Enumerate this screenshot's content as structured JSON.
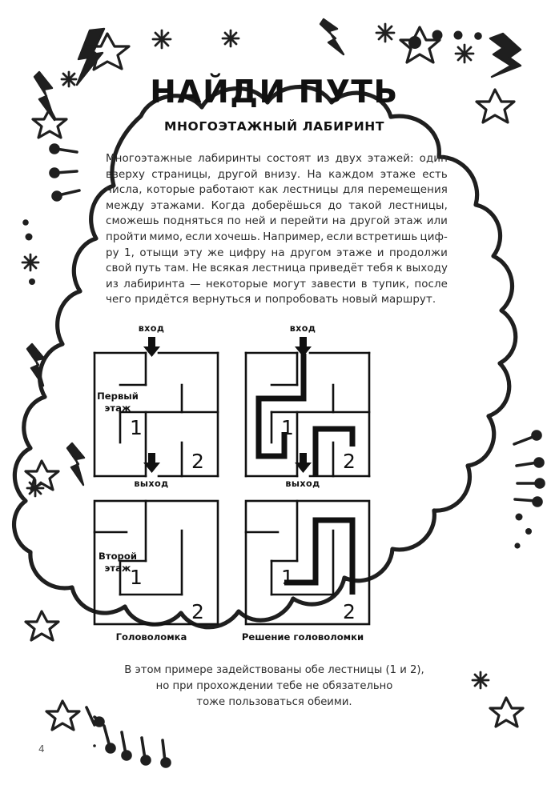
{
  "page": {
    "number": "4",
    "title": "НАЙДИ ПУТЬ",
    "subtitle": "МНОГОЭТАЖНЫЙ ЛАБИРИНТ",
    "ink_color": "#1a1a1a",
    "paper_color": "#ffffff"
  },
  "intro": {
    "lines": [
      "Многоэтажные лабиринты состоят из двух этажей: один",
      "вверху страницы, другой внизу. На каждом этаже есть",
      "числа, которые работают как лестницы для перемещения",
      "между этажами. Когда доберёшься до такой лестницы,",
      "сможешь подняться по ней и перейти на другой этаж или",
      "пройти мимо, если хочешь. Например, если встретишь циф-",
      "ру 1, отыщи эту же цифру на другом этаже и продолжи",
      "свой путь там. Не всякая лестница приведёт тебя к выходу",
      "из лабиринта — некоторые могут завести в тупик, после",
      "чего придётся вернуться и попробовать новый маршрут."
    ]
  },
  "maze": {
    "floor_labels": [
      {
        "line1": "Первый",
        "line2": "этаж"
      },
      {
        "line1": "Второй",
        "line2": "этаж"
      }
    ],
    "gate_labels": {
      "entrance": "вход",
      "exit": "выход"
    },
    "column_captions": [
      "Головоломка",
      "Решение головоломки"
    ],
    "stair_numbers": [
      "1",
      "2"
    ],
    "solution_stroke": "#111111",
    "wall_stroke": "#111111"
  },
  "note": {
    "lines": [
      "В этом примере задействованы обе лестницы (1 и 2),",
      "но при прохождении тебе не обязательно",
      "тоже пользоваться обеими."
    ]
  },
  "decor": {
    "items": [
      "wavy-frame",
      "lightning-bolt",
      "star-outline",
      "sparkle",
      "dot",
      "pin-whisker"
    ]
  }
}
